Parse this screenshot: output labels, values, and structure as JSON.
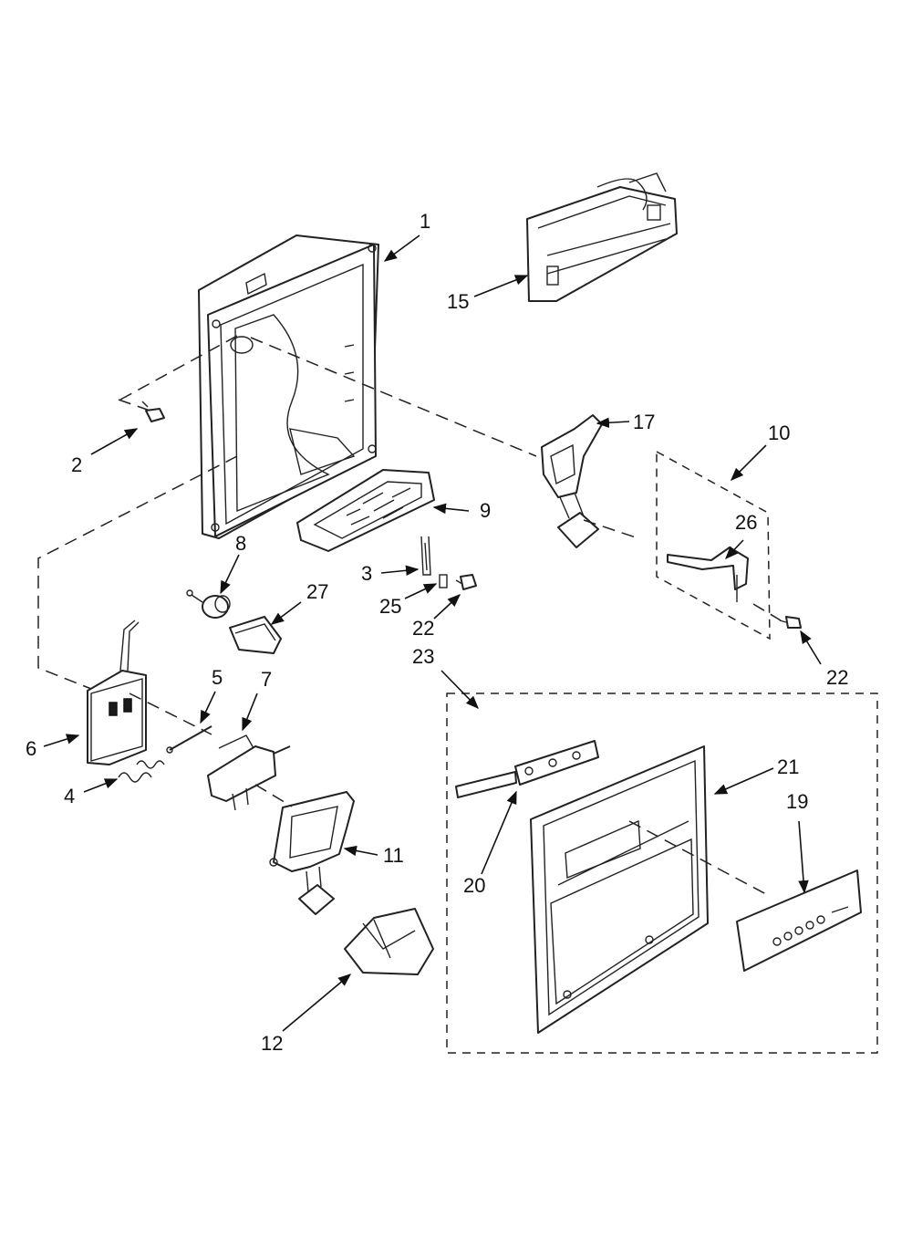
{
  "callouts": {
    "c1": "1",
    "c2": "2",
    "c3": "3",
    "c4": "4",
    "c5": "5",
    "c6": "6",
    "c7": "7",
    "c8": "8",
    "c9": "9",
    "c10": "10",
    "c11": "11",
    "c12": "12",
    "c15": "15",
    "c17": "17",
    "c19": "19",
    "c20": "20",
    "c21": "21",
    "c22a": "22",
    "c22b": "22",
    "c23": "23",
    "c25": "25",
    "c26": "26",
    "c27": "27"
  },
  "colors": {
    "line": "#222222",
    "background": "#ffffff"
  }
}
